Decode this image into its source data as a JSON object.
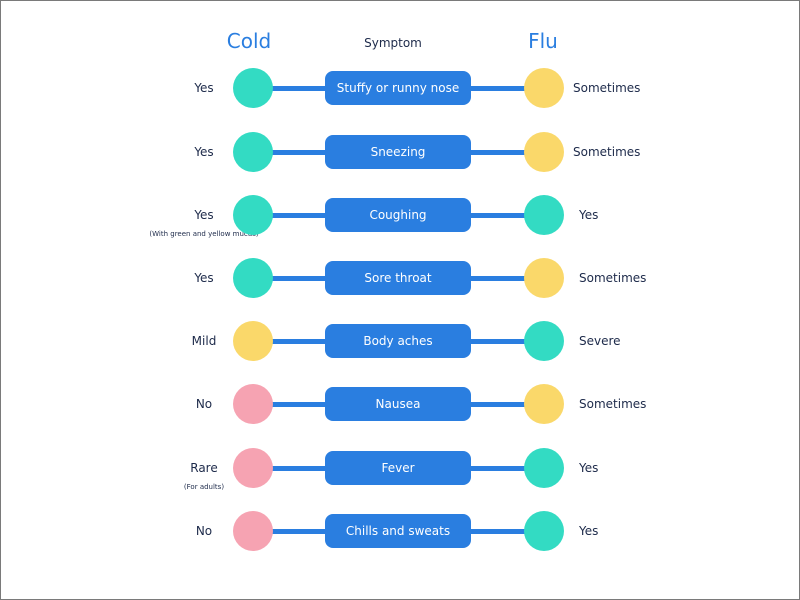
{
  "header": {
    "cold": "Cold",
    "symptom": "Symptom",
    "flu": "Flu"
  },
  "colors": {
    "accent": "#2a7ee0",
    "yes": "#33dbc3",
    "sometimes": "#fad86a",
    "no": "#f6a3b2"
  },
  "rows": [
    {
      "symptom": "Stuffy or runny nose",
      "cold": "Yes",
      "cold_note": "",
      "cold_color": "#33dbc3",
      "flu": "Sometimes",
      "flu_color": "#fad86a"
    },
    {
      "symptom": "Sneezing",
      "cold": "Yes",
      "cold_note": "",
      "cold_color": "#33dbc3",
      "flu": "Sometimes",
      "flu_color": "#fad86a"
    },
    {
      "symptom": "Coughing",
      "cold": "Yes",
      "cold_note": "(With green and yellow mucus)",
      "cold_color": "#33dbc3",
      "flu": "Yes",
      "flu_color": "#33dbc3"
    },
    {
      "symptom": "Sore throat",
      "cold": "Yes",
      "cold_note": "",
      "cold_color": "#33dbc3",
      "flu": "Sometimes",
      "flu_color": "#fad86a"
    },
    {
      "symptom": "Body aches",
      "cold": "Mild",
      "cold_note": "",
      "cold_color": "#fad86a",
      "flu": "Severe",
      "flu_color": "#33dbc3"
    },
    {
      "symptom": "Nausea",
      "cold": "No",
      "cold_note": "",
      "cold_color": "#f6a3b2",
      "flu": "Sometimes",
      "flu_color": "#fad86a"
    },
    {
      "symptom": "Fever",
      "cold": "Rare",
      "cold_note": "(For adults)",
      "cold_color": "#f6a3b2",
      "flu": "Yes",
      "flu_color": "#33dbc3"
    },
    {
      "symptom": "Chills and sweats",
      "cold": "No",
      "cold_note": "",
      "cold_color": "#f6a3b2",
      "flu": "Yes",
      "flu_color": "#33dbc3"
    }
  ]
}
